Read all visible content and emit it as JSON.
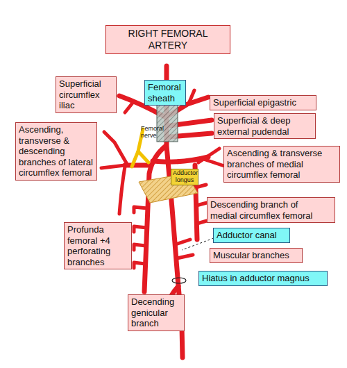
{
  "diagram": {
    "title": "RIGHT FEMORAL ARTERY",
    "nodes": [
      {
        "text": [
          "Superficial circumflex iliac"
        ]
      },
      {
        "text": [
          "Femoral sheath"
        ]
      },
      {
        "text": [
          "Superficial epigastric"
        ]
      },
      {
        "text": [
          "Superficial & deep external pudendal"
        ]
      },
      {
        "text": [
          "Ascending, transverse & descending branches of lateral circumflex femoral"
        ]
      },
      {
        "text": [
          "Ascending & transverse branches of medial circumflex femoral"
        ]
      },
      {
        "text": [
          "Adductor longus"
        ]
      },
      {
        "text": [
          "Descending branch of medial circumflex femoral"
        ]
      },
      {
        "text": [
          "Profunda femoral +4 perforating branches"
        ]
      },
      {
        "text": [
          "Adductor canal"
        ]
      },
      {
        "text": [
          "Muscular branches"
        ]
      },
      {
        "text": [
          "Hiatus in adductor magnus"
        ]
      },
      {
        "text": [
          "Decending genicular branch"
        ]
      }
    ],
    "labels": [
      "Femoral nerve"
    ]
  }
}
